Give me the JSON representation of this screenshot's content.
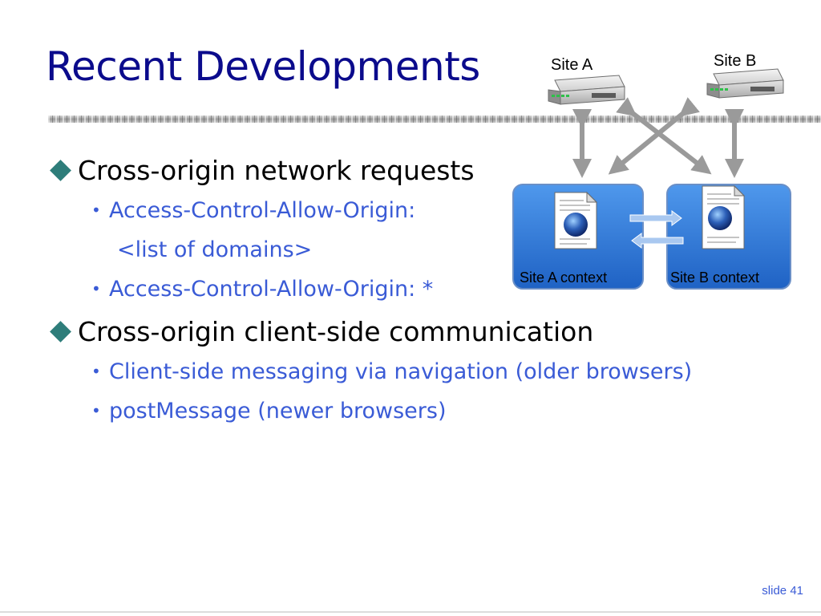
{
  "slide": {
    "title": "Recent Developments",
    "bullets": [
      {
        "text": "Cross-origin network requests",
        "sub": [
          {
            "text": "Access-Control-Allow-Origin:"
          },
          {
            "text": "<list of domains>"
          },
          {
            "text": "Access-Control-Allow-Origin: *"
          }
        ]
      },
      {
        "text": "Cross-origin client-side communication",
        "sub": [
          {
            "text": "Client-side messaging via navigation (older browsers)"
          },
          {
            "text": "postMessage (newer browsers)"
          }
        ]
      }
    ],
    "slide_number": "slide 41"
  },
  "diagram": {
    "site_a_label": "Site A",
    "site_b_label": "Site B",
    "context_a_label": "Site A context",
    "context_b_label": "Site B context",
    "colors": {
      "context_blue": "#2f78d6",
      "arrow_gray": "#9a9a9a",
      "arrow_light_blue": "#a9c8f0"
    }
  }
}
